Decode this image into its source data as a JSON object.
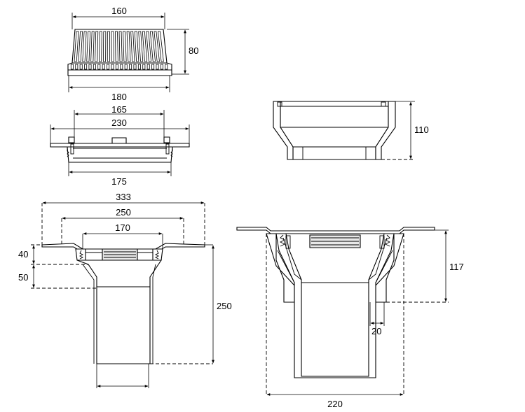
{
  "dimensions": {
    "grate_top_width": "160",
    "grate_height": "80",
    "grate_bottom_width": "180",
    "frame_inner": "165",
    "frame_mid": "230",
    "frame_bottom": "175",
    "adapter_height": "110",
    "outlet_overall": "333",
    "outlet_flange": "250",
    "outlet_inner": "170",
    "outlet_step1": "40",
    "outlet_step2": "50",
    "outlet_height": "250",
    "assembly_height": "117",
    "assembly_gap": "20",
    "assembly_width": "220"
  }
}
